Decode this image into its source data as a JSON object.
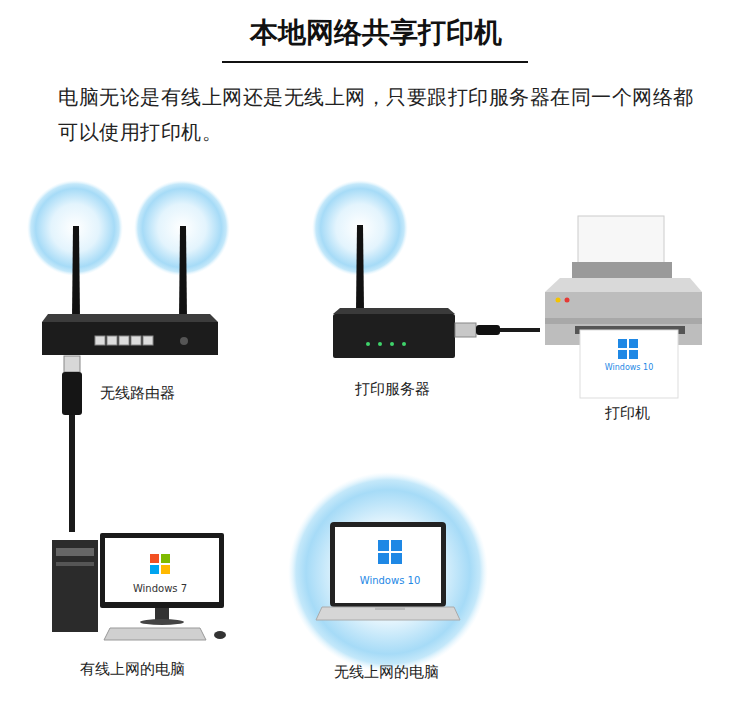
{
  "diagram": {
    "title": "本地网络共享打印机",
    "caption": "电脑无论是有线上网还是无线上网，只要跟打印服务器在同一个网络都可以使用打印机。",
    "nodes": [
      {
        "text": [
          "无线路由器"
        ]
      },
      {
        "text": [
          "打印服务器"
        ]
      },
      {
        "text": [
          "打印机"
        ]
      },
      {
        "text": [
          "有线上网的电脑"
        ]
      },
      {
        "text": [
          "无线上网的电脑"
        ]
      }
    ],
    "edges": [
      {
        "from": 0,
        "to": 3,
        "arrow": "none"
      },
      {
        "from": 1,
        "to": 2,
        "arrow": "none"
      }
    ],
    "labels": [
      "Windows 10",
      "Windows 7",
      "Windows 10"
    ]
  }
}
